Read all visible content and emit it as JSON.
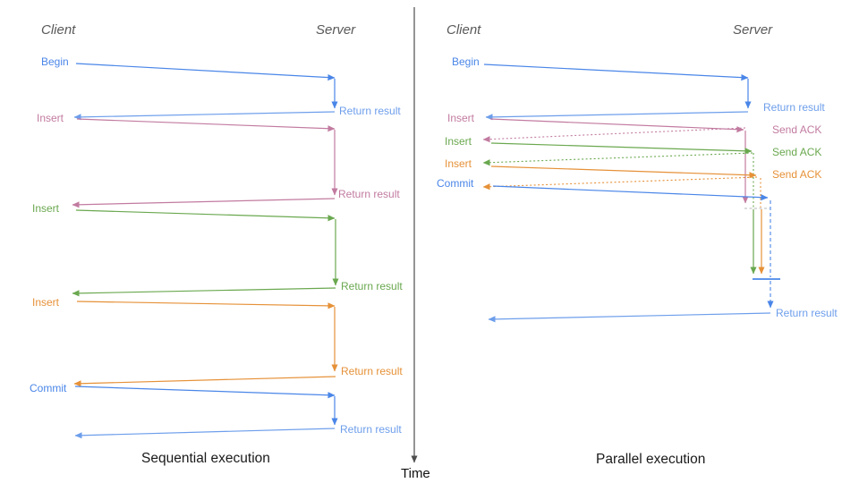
{
  "palette": {
    "blue": "#4a86e8",
    "blue_light": "#6d9eeb",
    "pink": "#c27ba0",
    "green": "#6aa84f",
    "orange": "#e69138",
    "lifeline_header_gray": "#595959",
    "time_axis_gray": "#4d4d4d"
  },
  "left_panel": {
    "client_header": "Client",
    "server_header": "Server",
    "title": "Sequential execution",
    "rows": [
      {
        "request": "Begin",
        "response": "Return result"
      },
      {
        "request": "Insert",
        "response": "Return result"
      },
      {
        "request": "Insert",
        "response": "Return result"
      },
      {
        "request": "Insert",
        "response": "Return result"
      },
      {
        "request": "Commit",
        "response": "Return result"
      }
    ]
  },
  "right_panel": {
    "client_header": "Client",
    "server_header": "Server",
    "title": "Parallel execution",
    "rows": [
      {
        "request": "Begin",
        "response": "Return result"
      },
      {
        "request": "Insert",
        "response": "Send ACK"
      },
      {
        "request": "Insert",
        "response": "Send ACK"
      },
      {
        "request": "Insert",
        "response": "Send ACK"
      },
      {
        "request": "Commit",
        "response": "Return result"
      }
    ]
  },
  "time_axis": {
    "label": "Time"
  }
}
